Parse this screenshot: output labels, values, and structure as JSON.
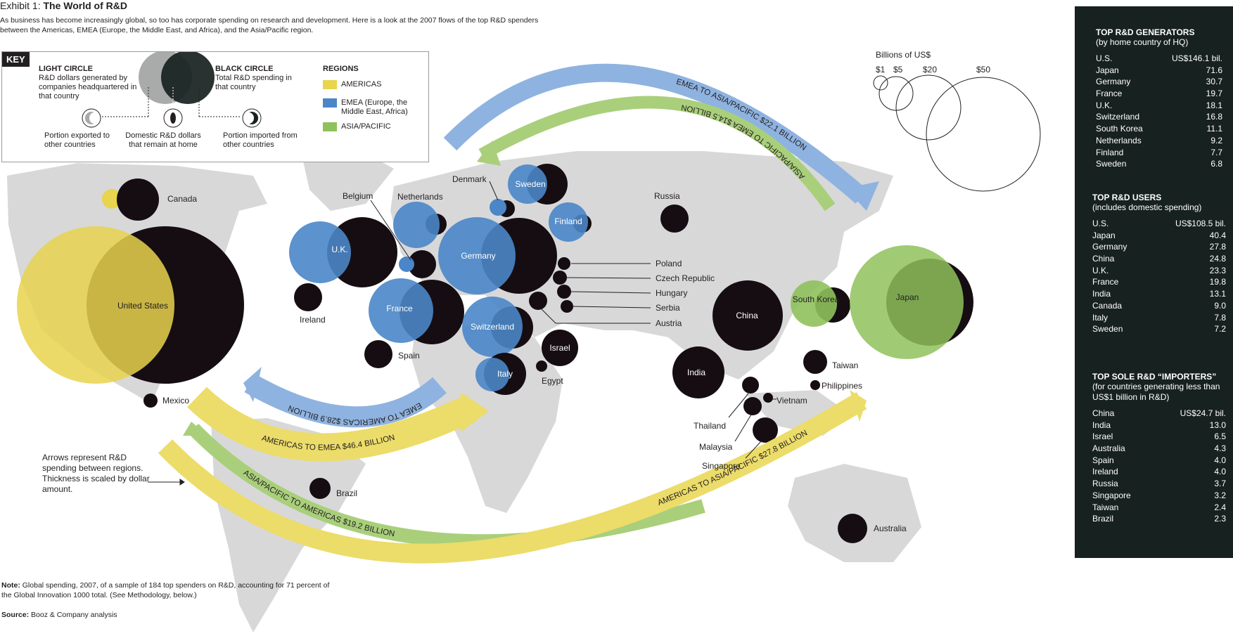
{
  "exhibit_label": "Exhibit 1:",
  "title": "The World of R&D",
  "intro": "As business has become increasingly global, so too has corporate spending on research and development. Here is a look at the 2007 flows of the top R&D spenders between the Americas, EMEA (Europe, the Middle East, and Africa), and the Asia/Pacific region.",
  "key": {
    "tag": "KEY",
    "light_circle_title": "LIGHT CIRCLE",
    "light_circle_desc": "R&D dollars generated by companies headquartered in that country",
    "black_circle_title": "BLACK CIRCLE",
    "black_circle_desc": "Total R&D spending in that country",
    "portion_exported": "Portion exported to other countries",
    "domestic": "Domestic R&D dollars that remain at home",
    "portion_imported": "Portion imported from other countries",
    "regions_title": "REGIONS",
    "regions": [
      {
        "label": "AMERICAS",
        "color": "#e8d44d"
      },
      {
        "label": "EMEA (Europe, the Middle East, Africa)",
        "color": "#4a86c8"
      },
      {
        "label": "ASIA/PACIFIC",
        "color": "#8fc15c"
      }
    ]
  },
  "scale": {
    "title": "Billions of US$",
    "labels": [
      "$1",
      "$5",
      "$20",
      "$50"
    ]
  },
  "colors": {
    "americas": "#e8d44d",
    "emea": "#4a86c8",
    "asia": "#8fc15c",
    "black": "#150d12",
    "land": "#d8d8d9"
  },
  "flows": [
    {
      "label": "EMEA TO ASIA/PACIFIC $22.1 BILLION",
      "amount": 22.1
    },
    {
      "label": "ASIA/PACIFIC TO EMEA $14.5 BILLION",
      "amount": 14.5
    },
    {
      "label": "EMEA TO AMERICAS  $28.9 BILLION",
      "amount": 28.9
    },
    {
      "label": "AMERICAS TO EMEA $46.4 BILLION",
      "amount": 46.4
    },
    {
      "label": "ASIA/PACIFIC TO AMERICAS $19.2 BILLION",
      "amount": 19.2
    },
    {
      "label": "AMERICAS TO ASIA/PACIFIC $27.8 BILLION",
      "amount": 27.8
    }
  ],
  "countries": [
    {
      "name": "United States",
      "region": "americas",
      "generated": 146.1,
      "spending": 108.5
    },
    {
      "name": "Canada",
      "region": "americas",
      "spending": 9.0
    },
    {
      "name": "Mexico",
      "region": "americas"
    },
    {
      "name": "Brazil",
      "region": "americas"
    },
    {
      "name": "U.K.",
      "region": "emea",
      "generated": 18.1,
      "spending": 23.3
    },
    {
      "name": "Ireland",
      "region": "emea"
    },
    {
      "name": "Belgium",
      "region": "emea"
    },
    {
      "name": "Netherlands",
      "region": "emea",
      "generated": 9.2
    },
    {
      "name": "Denmark",
      "region": "emea"
    },
    {
      "name": "Sweden",
      "region": "emea",
      "generated": 6.8,
      "spending": 7.2
    },
    {
      "name": "Finland",
      "region": "emea",
      "generated": 7.7
    },
    {
      "name": "Germany",
      "region": "emea",
      "generated": 30.7,
      "spending": 27.8
    },
    {
      "name": "France",
      "region": "emea",
      "generated": 19.7,
      "spending": 19.8
    },
    {
      "name": "Switzerland",
      "region": "emea",
      "generated": 16.8
    },
    {
      "name": "Spain",
      "region": "emea"
    },
    {
      "name": "Italy",
      "region": "emea",
      "spending": 7.8
    },
    {
      "name": "Israel",
      "region": "emea"
    },
    {
      "name": "Egypt",
      "region": "emea"
    },
    {
      "name": "Poland",
      "region": "emea"
    },
    {
      "name": "Czech Republic",
      "region": "emea"
    },
    {
      "name": "Hungary",
      "region": "emea"
    },
    {
      "name": "Serbia",
      "region": "emea"
    },
    {
      "name": "Austria",
      "region": "emea"
    },
    {
      "name": "Russia",
      "region": "emea"
    },
    {
      "name": "China",
      "region": "asia",
      "spending": 24.8
    },
    {
      "name": "India",
      "region": "asia",
      "spending": 13.1
    },
    {
      "name": "South Korea",
      "region": "asia",
      "generated": 11.1
    },
    {
      "name": "Japan",
      "region": "asia",
      "generated": 71.6,
      "spending": 40.4
    },
    {
      "name": "Taiwan",
      "region": "asia"
    },
    {
      "name": "Philippines",
      "region": "asia"
    },
    {
      "name": "Vietnam",
      "region": "asia"
    },
    {
      "name": "Thailand",
      "region": "asia"
    },
    {
      "name": "Malaysia",
      "region": "asia"
    },
    {
      "name": "Singapore",
      "region": "asia"
    },
    {
      "name": "Australia",
      "region": "asia"
    }
  ],
  "panel": {
    "generators": {
      "title": "TOP R&D GENERATORS",
      "subtitle": "(by home country of HQ)",
      "rows": [
        [
          "U.S.",
          "US$146.1 bil."
        ],
        [
          "Japan",
          "71.6"
        ],
        [
          "Germany",
          "30.7"
        ],
        [
          "France",
          "19.7"
        ],
        [
          "U.K.",
          "18.1"
        ],
        [
          "Switzerland",
          "16.8"
        ],
        [
          "South Korea",
          "11.1"
        ],
        [
          "Netherlands",
          "9.2"
        ],
        [
          "Finland",
          "7.7"
        ],
        [
          "Sweden",
          "6.8"
        ]
      ]
    },
    "users": {
      "title": "TOP R&D USERS",
      "subtitle": "(includes domestic spending)",
      "rows": [
        [
          "U.S.",
          "US$108.5 bil."
        ],
        [
          "Japan",
          "40.4"
        ],
        [
          "Germany",
          "27.8"
        ],
        [
          "China",
          "24.8"
        ],
        [
          "U.K.",
          "23.3"
        ],
        [
          "France",
          "19.8"
        ],
        [
          "India",
          "13.1"
        ],
        [
          "Canada",
          "9.0"
        ],
        [
          "Italy",
          "7.8"
        ],
        [
          "Sweden",
          "7.2"
        ]
      ]
    },
    "importers": {
      "title": "TOP SOLE R&D “IMPORTERS”",
      "subtitle": "(for countries generating less than US$1 billion in R&D)",
      "rows": [
        [
          "China",
          "US$24.7 bil."
        ],
        [
          "India",
          "13.0"
        ],
        [
          "Israel",
          "6.5"
        ],
        [
          "Australia",
          "4.3"
        ],
        [
          "Spain",
          "4.0"
        ],
        [
          "Ireland",
          "4.0"
        ],
        [
          "Russia",
          "3.7"
        ],
        [
          "Singapore",
          "3.2"
        ],
        [
          "Taiwan",
          "2.4"
        ],
        [
          "Brazil",
          "2.3"
        ]
      ]
    }
  },
  "arrow_note": "Arrows represent R&D spending between regions. Thickness is scaled by dollar amount.",
  "note_label": "Note:",
  "note": "Global spending, 2007, of a sample of 184 top spenders on R&D, accounting for 71 percent of the Global Innovation 1000 total. (See Methodology, below.)",
  "source_label": "Source:",
  "source": "Booz & Company analysis"
}
